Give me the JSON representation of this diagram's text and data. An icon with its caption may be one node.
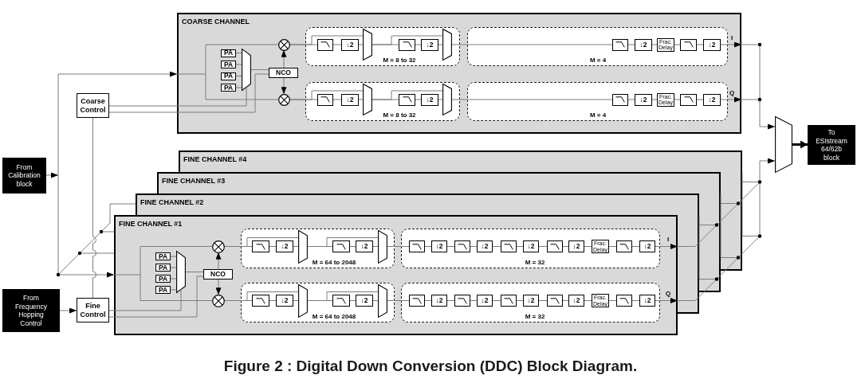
{
  "diagram": {
    "caption": "Figure 2 : Digital Down Conversion (DDC) Block Diagram.",
    "nodes": [
      {
        "text": [
          "COARSE CHANNEL"
        ]
      },
      {
        "text": [
          "PA"
        ],
        "in": 0
      },
      {
        "text": [
          "PA"
        ],
        "in": 0
      },
      {
        "text": [
          "PA"
        ],
        "in": 0
      },
      {
        "text": [
          "PA"
        ],
        "in": 0
      },
      {
        "text": [],
        "shape": "trapezoid",
        "in": 0
      },
      {
        "text": [
          "NCO"
        ],
        "in": 0
      },
      {
        "text": [],
        "shape": "circle",
        "in": 0
      },
      {
        "text": [],
        "shape": "circle",
        "in": 0
      },
      {
        "text": [
          "M = 8 to 32"
        ],
        "in": 0
      },
      {
        "text": [],
        "shape": "box",
        "in": 9
      },
      {
        "text": [
          "↓2"
        ],
        "in": 9
      },
      {
        "text": [],
        "shape": "trapezoid",
        "in": 9
      },
      {
        "text": [],
        "shape": "box",
        "in": 9
      },
      {
        "text": [
          "↓2"
        ],
        "in": 9
      },
      {
        "text": [],
        "shape": "trapezoid",
        "in": 9
      },
      {
        "text": [
          "M = 4"
        ],
        "in": 0
      },
      {
        "text": [],
        "shape": "box",
        "in": 16
      },
      {
        "text": [
          "↓2"
        ],
        "in": 16
      },
      {
        "text": [
          "Frac. Delay"
        ],
        "in": 16
      },
      {
        "text": [],
        "shape": "box",
        "in": 16
      },
      {
        "text": [
          "↓2"
        ],
        "in": 16
      },
      {
        "text": [
          "M = 8 to 32"
        ],
        "in": 0
      },
      {
        "text": [],
        "shape": "box",
        "in": 22
      },
      {
        "text": [
          "↓2"
        ],
        "in": 22
      },
      {
        "text": [],
        "shape": "trapezoid",
        "in": 22
      },
      {
        "text": [],
        "shape": "box",
        "in": 22
      },
      {
        "text": [
          "↓2"
        ],
        "in": 22
      },
      {
        "text": [],
        "shape": "trapezoid",
        "in": 22
      },
      {
        "text": [
          "M = 4"
        ],
        "in": 0
      },
      {
        "text": [],
        "shape": "box",
        "in": 29
      },
      {
        "text": [
          "↓2"
        ],
        "in": 29
      },
      {
        "text": [
          "Frac. Delay"
        ],
        "in": 29
      },
      {
        "text": [],
        "shape": "box",
        "in": 29
      },
      {
        "text": [
          "↓2"
        ],
        "in": 29
      },
      {
        "text": [
          "Coarse Control"
        ]
      },
      {
        "text": [
          "From Calibration block"
        ]
      },
      {
        "text": [
          "FINE CHANNEL #4"
        ]
      },
      {
        "text": [
          "FINE CHANNEL #3"
        ]
      },
      {
        "text": [
          "FINE CHANNEL #2"
        ]
      },
      {
        "text": [
          "FINE CHANNEL #1"
        ]
      },
      {
        "text": [
          "PA"
        ],
        "in": 40
      },
      {
        "text": [
          "PA"
        ],
        "in": 40
      },
      {
        "text": [
          "PA"
        ],
        "in": 40
      },
      {
        "text": [
          "PA"
        ],
        "in": 40
      },
      {
        "text": [],
        "shape": "trapezoid",
        "in": 40
      },
      {
        "text": [
          "NCO"
        ],
        "in": 40
      },
      {
        "text": [],
        "shape": "circle",
        "in": 40
      },
      {
        "text": [],
        "shape": "circle",
        "in": 40
      },
      {
        "text": [
          "M = 64 to 2048"
        ],
        "in": 40
      },
      {
        "text": [],
        "shape": "box",
        "in": 49
      },
      {
        "text": [
          "↓2"
        ],
        "in": 49
      },
      {
        "text": [],
        "shape": "trapezoid",
        "in": 49
      },
      {
        "text": [],
        "shape": "box",
        "in": 49
      },
      {
        "text": [
          "↓2"
        ],
        "in": 49
      },
      {
        "text": [],
        "shape": "trapezoid",
        "in": 49
      },
      {
        "text": [
          "M = 32"
        ],
        "in": 40
      },
      {
        "text": [],
        "shape": "box",
        "in": 56
      },
      {
        "text": [
          "↓2"
        ],
        "in": 56
      },
      {
        "text": [],
        "shape": "box",
        "in": 56
      },
      {
        "text": [
          "↓2"
        ],
        "in": 56
      },
      {
        "text": [],
        "shape": "box",
        "in": 56
      },
      {
        "text": [
          "↓2"
        ],
        "in": 56
      },
      {
        "text": [],
        "shape": "box",
        "in": 56
      },
      {
        "text": [
          "↓2"
        ],
        "in": 56
      },
      {
        "text": [
          "Frac. Delay"
        ],
        "in": 56
      },
      {
        "text": [],
        "shape": "box",
        "in": 56
      },
      {
        "text": [
          "↓2"
        ],
        "in": 56
      },
      {
        "text": [
          "M = 64 to 2048"
        ],
        "in": 40
      },
      {
        "text": [],
        "shape": "box",
        "in": 68
      },
      {
        "text": [
          "↓2"
        ],
        "in": 68
      },
      {
        "text": [],
        "shape": "trapezoid",
        "in": 68
      },
      {
        "text": [],
        "shape": "box",
        "in": 68
      },
      {
        "text": [
          "↓2"
        ],
        "in": 68
      },
      {
        "text": [],
        "shape": "trapezoid",
        "in": 68
      },
      {
        "text": [
          "M = 32"
        ],
        "in": 40
      },
      {
        "text": [],
        "shape": "box",
        "in": 75
      },
      {
        "text": [
          "↓2"
        ],
        "in": 75
      },
      {
        "text": [],
        "shape": "box",
        "in": 75
      },
      {
        "text": [
          "↓2"
        ],
        "in": 75
      },
      {
        "text": [],
        "shape": "box",
        "in": 75
      },
      {
        "text": [
          "↓2"
        ],
        "in": 75
      },
      {
        "text": [],
        "shape": "box",
        "in": 75
      },
      {
        "text": [
          "↓2"
        ],
        "in": 75
      },
      {
        "text": [
          "Frac. Delay"
        ],
        "in": 75
      },
      {
        "text": [],
        "shape": "box",
        "in": 75
      },
      {
        "text": [
          "↓2"
        ],
        "in": 75
      },
      {
        "text": [
          "From Frequency Hopping Control"
        ]
      },
      {
        "text": [
          "Fine Control"
        ]
      },
      {
        "text": [],
        "shape": "trapezoid"
      },
      {
        "text": [
          "To ESIstream 64/62b block"
        ]
      }
    ],
    "edges": [
      {
        "from": 1,
        "to": 5,
        "arrow": "none"
      },
      {
        "from": 2,
        "to": 5,
        "arrow": "none"
      },
      {
        "from": 3,
        "to": 5,
        "arrow": "none"
      },
      {
        "from": 4,
        "to": 5,
        "arrow": "none"
      },
      {
        "from": 5,
        "to": 6,
        "arrow": "none"
      },
      {
        "from": 6,
        "to": 7,
        "arrow": "to"
      },
      {
        "from": 6,
        "to": 8,
        "arrow": "to"
      },
      {
        "from": 35,
        "to": 5,
        "arrow": "none"
      },
      {
        "from": 35,
        "to": 6,
        "arrow": "none"
      },
      {
        "from": 36,
        "to": 0,
        "arrow": "to"
      },
      {
        "from": 0,
        "to": 7,
        "arrow": "none"
      },
      {
        "from": 0,
        "to": 8,
        "arrow": "none"
      },
      {
        "from": 7,
        "to": 10,
        "arrow": "none"
      },
      {
        "from": 7,
        "to": 12,
        "arrow": "none"
      },
      {
        "from": 10,
        "to": 11,
        "arrow": "none"
      },
      {
        "from": 11,
        "to": 12,
        "arrow": "none"
      },
      {
        "from": 12,
        "to": 13,
        "arrow": "none"
      },
      {
        "from": 12,
        "to": 15,
        "arrow": "none"
      },
      {
        "from": 13,
        "to": 14,
        "arrow": "none"
      },
      {
        "from": 14,
        "to": 15,
        "arrow": "none"
      },
      {
        "from": 15,
        "to": 17,
        "arrow": "none"
      },
      {
        "from": 17,
        "to": 18,
        "arrow": "none"
      },
      {
        "from": 18,
        "to": 19,
        "arrow": "none"
      },
      {
        "from": 19,
        "to": 20,
        "arrow": "none"
      },
      {
        "from": 20,
        "to": 21,
        "arrow": "none"
      },
      {
        "from": 21,
        "to": 89,
        "arrow": "to",
        "label": "I"
      },
      {
        "from": 8,
        "to": 23,
        "arrow": "none"
      },
      {
        "from": 8,
        "to": 25,
        "arrow": "none"
      },
      {
        "from": 23,
        "to": 24,
        "arrow": "none"
      },
      {
        "from": 24,
        "to": 25,
        "arrow": "none"
      },
      {
        "from": 25,
        "to": 26,
        "arrow": "none"
      },
      {
        "from": 25,
        "to": 28,
        "arrow": "none"
      },
      {
        "from": 26,
        "to": 27,
        "arrow": "none"
      },
      {
        "from": 27,
        "to": 28,
        "arrow": "none"
      },
      {
        "from": 28,
        "to": 30,
        "arrow": "none"
      },
      {
        "from": 30,
        "to": 31,
        "arrow": "none"
      },
      {
        "from": 31,
        "to": 32,
        "arrow": "none"
      },
      {
        "from": 32,
        "to": 33,
        "arrow": "none"
      },
      {
        "from": 33,
        "to": 34,
        "arrow": "none"
      },
      {
        "from": 34,
        "to": 89,
        "arrow": "to",
        "label": "Q"
      },
      {
        "from": 35,
        "to": 88,
        "arrow": "none"
      },
      {
        "from": 36,
        "to": 40,
        "arrow": "to"
      },
      {
        "from": 36,
        "to": 40,
        "arrow": "none"
      },
      {
        "from": 36,
        "to": 39,
        "arrow": "none"
      },
      {
        "from": 87,
        "to": 88,
        "arrow": "to"
      },
      {
        "from": 88,
        "to": 45,
        "arrow": "none"
      },
      {
        "from": 88,
        "to": 46,
        "arrow": "none"
      },
      {
        "from": 41,
        "to": 45,
        "arrow": "none"
      },
      {
        "from": 42,
        "to": 45,
        "arrow": "none"
      },
      {
        "from": 43,
        "to": 45,
        "arrow": "none"
      },
      {
        "from": 44,
        "to": 45,
        "arrow": "none"
      },
      {
        "from": 45,
        "to": 46,
        "arrow": "none"
      },
      {
        "from": 46,
        "to": 47,
        "arrow": "to"
      },
      {
        "from": 46,
        "to": 48,
        "arrow": "to"
      },
      {
        "from": 40,
        "to": 47,
        "arrow": "none"
      },
      {
        "from": 40,
        "to": 48,
        "arrow": "none"
      },
      {
        "from": 47,
        "to": 50,
        "arrow": "none"
      },
      {
        "from": 47,
        "to": 52,
        "arrow": "none"
      },
      {
        "from": 50,
        "to": 51,
        "arrow": "none"
      },
      {
        "from": 51,
        "to": 52,
        "arrow": "none"
      },
      {
        "from": 52,
        "to": 53,
        "arrow": "none"
      },
      {
        "from": 52,
        "to": 55,
        "arrow": "none"
      },
      {
        "from": 53,
        "to": 54,
        "arrow": "none"
      },
      {
        "from": 54,
        "to": 55,
        "arrow": "none"
      },
      {
        "from": 55,
        "to": 57,
        "arrow": "none"
      },
      {
        "from": 57,
        "to": 58,
        "arrow": "none"
      },
      {
        "from": 58,
        "to": 59,
        "arrow": "none"
      },
      {
        "from": 59,
        "to": 60,
        "arrow": "none"
      },
      {
        "from": 60,
        "to": 61,
        "arrow": "none"
      },
      {
        "from": 61,
        "to": 62,
        "arrow": "none"
      },
      {
        "from": 62,
        "to": 63,
        "arrow": "none"
      },
      {
        "from": 63,
        "to": 64,
        "arrow": "none"
      },
      {
        "from": 64,
        "to": 65,
        "arrow": "none"
      },
      {
        "from": 65,
        "to": 66,
        "arrow": "none"
      },
      {
        "from": 66,
        "to": 67,
        "arrow": "none"
      },
      {
        "from": 67,
        "to": 89,
        "arrow": "to",
        "label": "I"
      },
      {
        "from": 48,
        "to": 69,
        "arrow": "none"
      },
      {
        "from": 48,
        "to": 71,
        "arrow": "none"
      },
      {
        "from": 69,
        "to": 70,
        "arrow": "none"
      },
      {
        "from": 70,
        "to": 71,
        "arrow": "none"
      },
      {
        "from": 71,
        "to": 72,
        "arrow": "none"
      },
      {
        "from": 71,
        "to": 74,
        "arrow": "none"
      },
      {
        "from": 72,
        "to": 73,
        "arrow": "none"
      },
      {
        "from": 73,
        "to": 74,
        "arrow": "none"
      },
      {
        "from": 74,
        "to": 76,
        "arrow": "none"
      },
      {
        "from": 76,
        "to": 77,
        "arrow": "none"
      },
      {
        "from": 77,
        "to": 78,
        "arrow": "none"
      },
      {
        "from": 78,
        "to": 79,
        "arrow": "none"
      },
      {
        "from": 79,
        "to": 80,
        "arrow": "none"
      },
      {
        "from": 80,
        "to": 81,
        "arrow": "none"
      },
      {
        "from": 81,
        "to": 82,
        "arrow": "none"
      },
      {
        "from": 82,
        "to": 83,
        "arrow": "none"
      },
      {
        "from": 83,
        "to": 84,
        "arrow": "none"
      },
      {
        "from": 84,
        "to": 85,
        "arrow": "none"
      },
      {
        "from": 85,
        "to": 86,
        "arrow": "none"
      },
      {
        "from": 86,
        "to": 89,
        "arrow": "to",
        "label": "Q"
      },
      {
        "from": 39,
        "to": 89,
        "arrow": "to"
      },
      {
        "from": 39,
        "to": 89,
        "arrow": "to"
      },
      {
        "from": 38,
        "to": 89,
        "arrow": "to"
      },
      {
        "from": 38,
        "to": 89,
        "arrow": "to"
      },
      {
        "from": 37,
        "to": 89,
        "arrow": "to"
      },
      {
        "from": 37,
        "to": 89,
        "arrow": "to"
      },
      {
        "from": 89,
        "to": 90,
        "arrow": "to",
        "style": "thick",
        "color": "#000000"
      }
    ]
  }
}
